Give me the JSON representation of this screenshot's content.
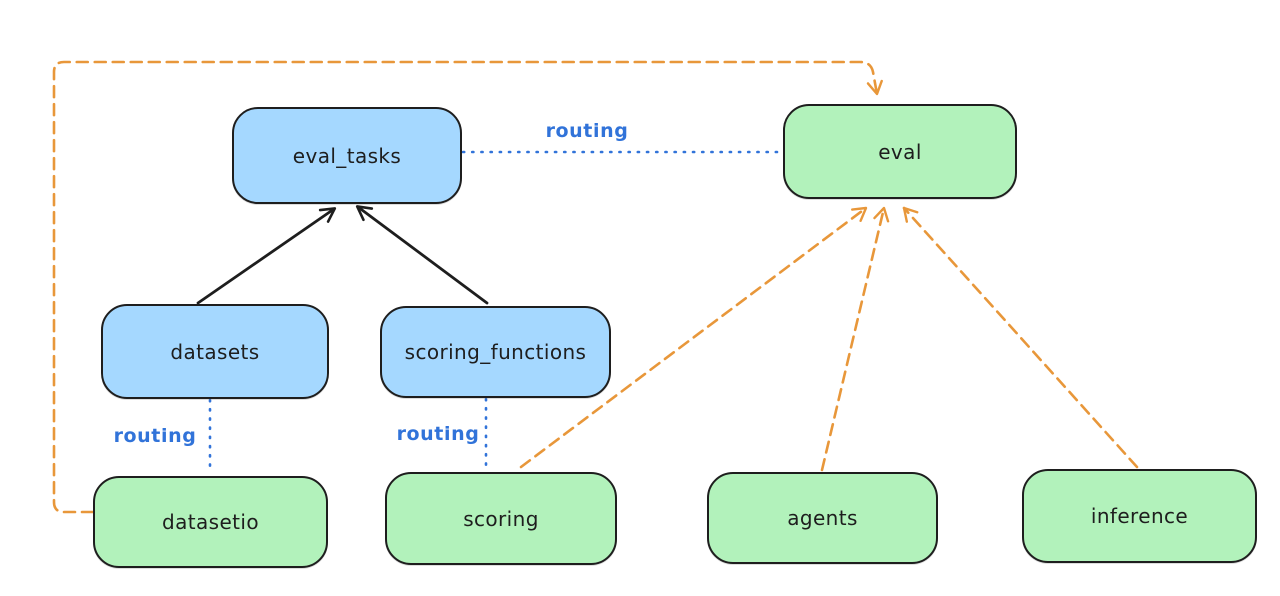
{
  "diagram": {
    "colors": {
      "background": "#ffffff",
      "node_stroke": "#1e1e1e",
      "blue_node_fill": "#a5d8ff",
      "green_node_fill": "#b2f2bb",
      "black_edge": "#1e1e1e",
      "orange_edge": "#e8973a",
      "blue_edge": "#3173d9"
    },
    "nodes": [
      {
        "id": "eval_tasks",
        "label": "eval_tasks",
        "color": "blue"
      },
      {
        "id": "eval",
        "label": "eval",
        "color": "green"
      },
      {
        "id": "datasets",
        "label": "datasets",
        "color": "blue"
      },
      {
        "id": "scoring_functions",
        "label": "scoring_functions",
        "color": "blue"
      },
      {
        "id": "datasetio",
        "label": "datasetio",
        "color": "green"
      },
      {
        "id": "scoring",
        "label": "scoring",
        "color": "green"
      },
      {
        "id": "agents",
        "label": "agents",
        "color": "green"
      },
      {
        "id": "inference",
        "label": "inference",
        "color": "green"
      }
    ],
    "edges": [
      {
        "from": "datasets",
        "to": "eval_tasks",
        "style": "solid-black-arrow",
        "label": ""
      },
      {
        "from": "scoring_functions",
        "to": "eval_tasks",
        "style": "solid-black-arrow",
        "label": ""
      },
      {
        "from": "eval_tasks",
        "to": "eval",
        "style": "dotted-blue",
        "label": "routing"
      },
      {
        "from": "datasets",
        "to": "datasetio",
        "style": "dotted-blue",
        "label": "routing"
      },
      {
        "from": "scoring_functions",
        "to": "scoring",
        "style": "dotted-blue",
        "label": "routing"
      },
      {
        "from": "datasetio",
        "to": "eval",
        "style": "dashed-orange-arrow",
        "label": ""
      },
      {
        "from": "scoring",
        "to": "eval",
        "style": "dashed-orange-arrow",
        "label": ""
      },
      {
        "from": "agents",
        "to": "eval",
        "style": "dashed-orange-arrow",
        "label": ""
      },
      {
        "from": "inference",
        "to": "eval",
        "style": "dashed-orange-arrow",
        "label": ""
      }
    ]
  }
}
